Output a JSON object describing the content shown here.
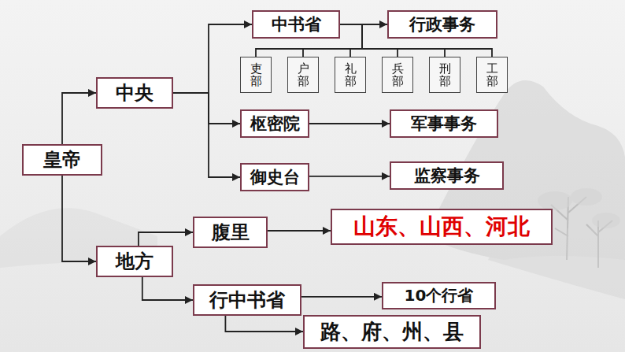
{
  "diagram": {
    "nodes": [
      {
        "text": [
          "皇帝"
        ]
      },
      {
        "text": [
          "中央"
        ]
      },
      {
        "text": [
          "中书省"
        ]
      },
      {
        "text": [
          "行政事务"
        ]
      },
      {
        "text": [
          "吏部"
        ]
      },
      {
        "text": [
          "户部"
        ]
      },
      {
        "text": [
          "礼部"
        ]
      },
      {
        "text": [
          "兵部"
        ]
      },
      {
        "text": [
          "刑部"
        ]
      },
      {
        "text": [
          "工部"
        ]
      },
      {
        "text": [
          "枢密院"
        ]
      },
      {
        "text": [
          "军事事务"
        ]
      },
      {
        "text": [
          "御史台"
        ]
      },
      {
        "text": [
          "监察事务"
        ]
      },
      {
        "text": [
          "腹里"
        ]
      },
      {
        "text": [
          "山东、山西、河北"
        ]
      },
      {
        "text": [
          "地方"
        ]
      },
      {
        "text": [
          "行中书省"
        ]
      },
      {
        "text": [
          "10个行省"
        ]
      },
      {
        "text": [
          "路、府、州、县"
        ]
      }
    ],
    "edges": [
      {
        "from": 0,
        "to": 1,
        "arrow": "to"
      },
      {
        "from": 0,
        "to": 16,
        "arrow": "to"
      },
      {
        "from": 1,
        "to": 2,
        "arrow": "to"
      },
      {
        "from": 1,
        "to": 10,
        "arrow": "to"
      },
      {
        "from": 1,
        "to": 12,
        "arrow": "to"
      },
      {
        "from": 2,
        "to": 3,
        "arrow": "to"
      },
      {
        "from": 2,
        "to": 4,
        "arrow": "none"
      },
      {
        "from": 2,
        "to": 5,
        "arrow": "none"
      },
      {
        "from": 2,
        "to": 6,
        "arrow": "none"
      },
      {
        "from": 2,
        "to": 7,
        "arrow": "none"
      },
      {
        "from": 2,
        "to": 8,
        "arrow": "none"
      },
      {
        "from": 2,
        "to": 9,
        "arrow": "none"
      },
      {
        "from": 10,
        "to": 11,
        "arrow": "to"
      },
      {
        "from": 12,
        "to": 13,
        "arrow": "to"
      },
      {
        "from": 16,
        "to": 14,
        "arrow": "to"
      },
      {
        "from": 14,
        "to": 15,
        "arrow": "to"
      },
      {
        "from": 16,
        "to": 17,
        "arrow": "to"
      },
      {
        "from": 17,
        "to": 18,
        "arrow": "to"
      },
      {
        "from": 17,
        "to": 19,
        "arrow": "to"
      }
    ]
  }
}
